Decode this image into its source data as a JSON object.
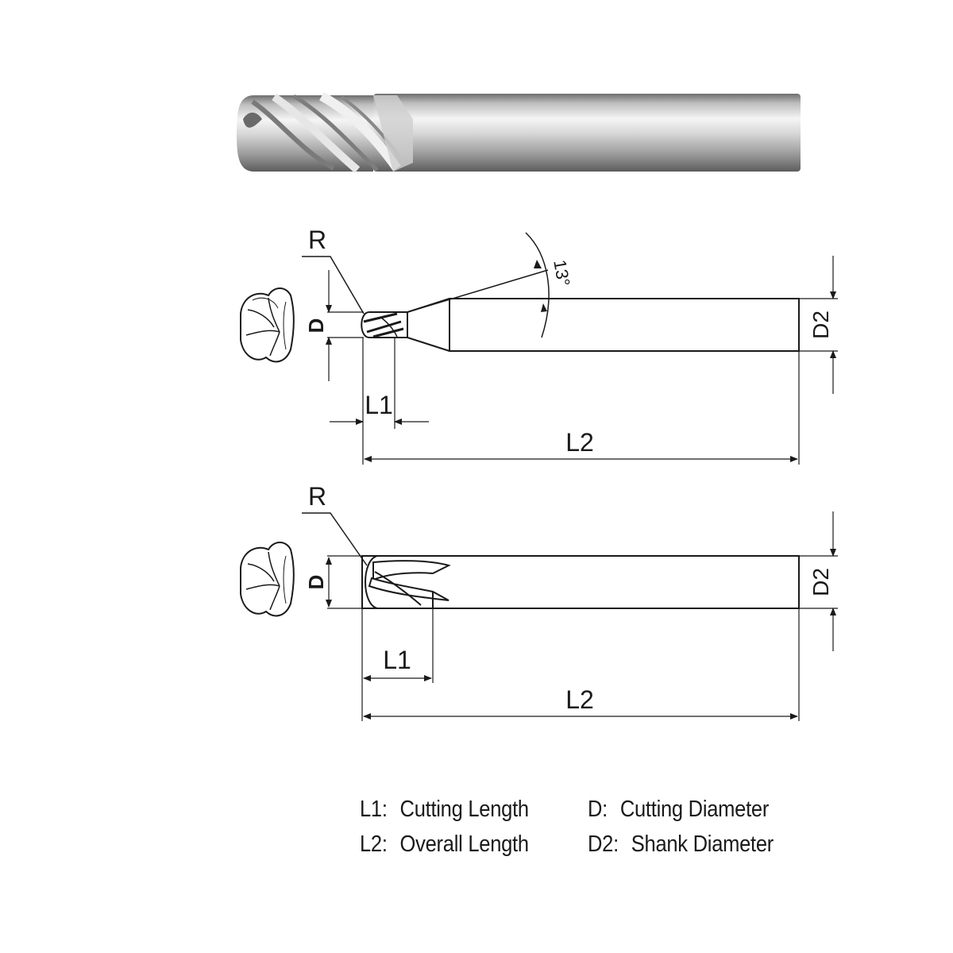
{
  "labels": {
    "radius": "R",
    "cutting_diameter": "D",
    "shank_diameter": "D2",
    "cutting_length": "L1",
    "overall_length": "L2",
    "neck_angle": "13°"
  },
  "legend": [
    {
      "key": "L1:",
      "text": "Cutting Length"
    },
    {
      "key": "L2:",
      "text": "Overall Length"
    },
    {
      "key": "D:",
      "text": "Cutting Diameter"
    },
    {
      "key": "D2:",
      "text": "Shank Diameter"
    }
  ],
  "colors": {
    "line": "#1a1a1a",
    "steel_light": "#f2f2f2",
    "steel_dark": "#8a8a8a"
  }
}
